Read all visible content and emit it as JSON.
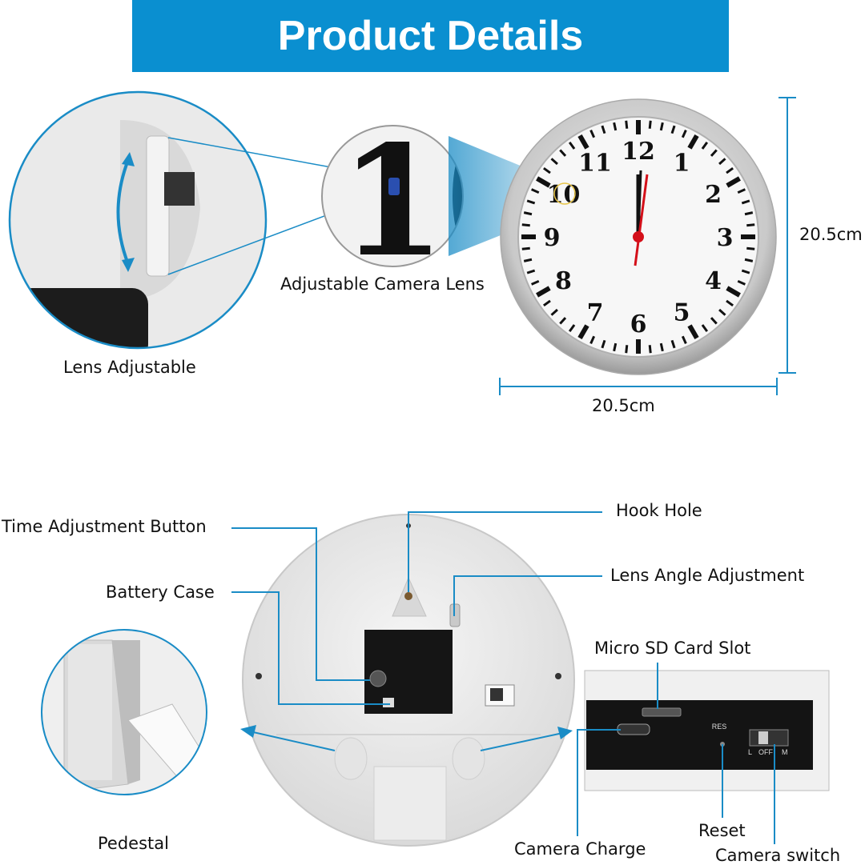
{
  "header": {
    "title": "Product Details"
  },
  "front": {
    "lens_adjustable": "Lens Adjustable",
    "adjustable_camera_lens": "Adjustable Camera Lens",
    "height_dim": "20.5cm",
    "width_dim": "20.5cm",
    "zoom_numeral": "1"
  },
  "clock": {
    "numerals": [
      "12",
      "1",
      "2",
      "3",
      "4",
      "5",
      "6",
      "7",
      "8",
      "9",
      "10",
      "11"
    ]
  },
  "back": {
    "time_adjustment_button": "Time Adjustment Button",
    "battery_case": "Battery Case",
    "hook_hole": "Hook Hole",
    "lens_angle_adjustment": "Lens Angle Adjustment",
    "micro_sd_card_slot": "Micro SD Card Slot",
    "pedestal": "Pedestal",
    "camera_charge": "Camera Charge",
    "reset": "Reset",
    "camera_switch": "Camera switch"
  },
  "panel": {
    "res": "RES",
    "switch_l": "L",
    "switch_off": "OFF",
    "switch_m": "M"
  },
  "colors": {
    "accent": "#0a8fd0",
    "callout": "#1a8cc6",
    "hand_red": "#d4101a"
  }
}
